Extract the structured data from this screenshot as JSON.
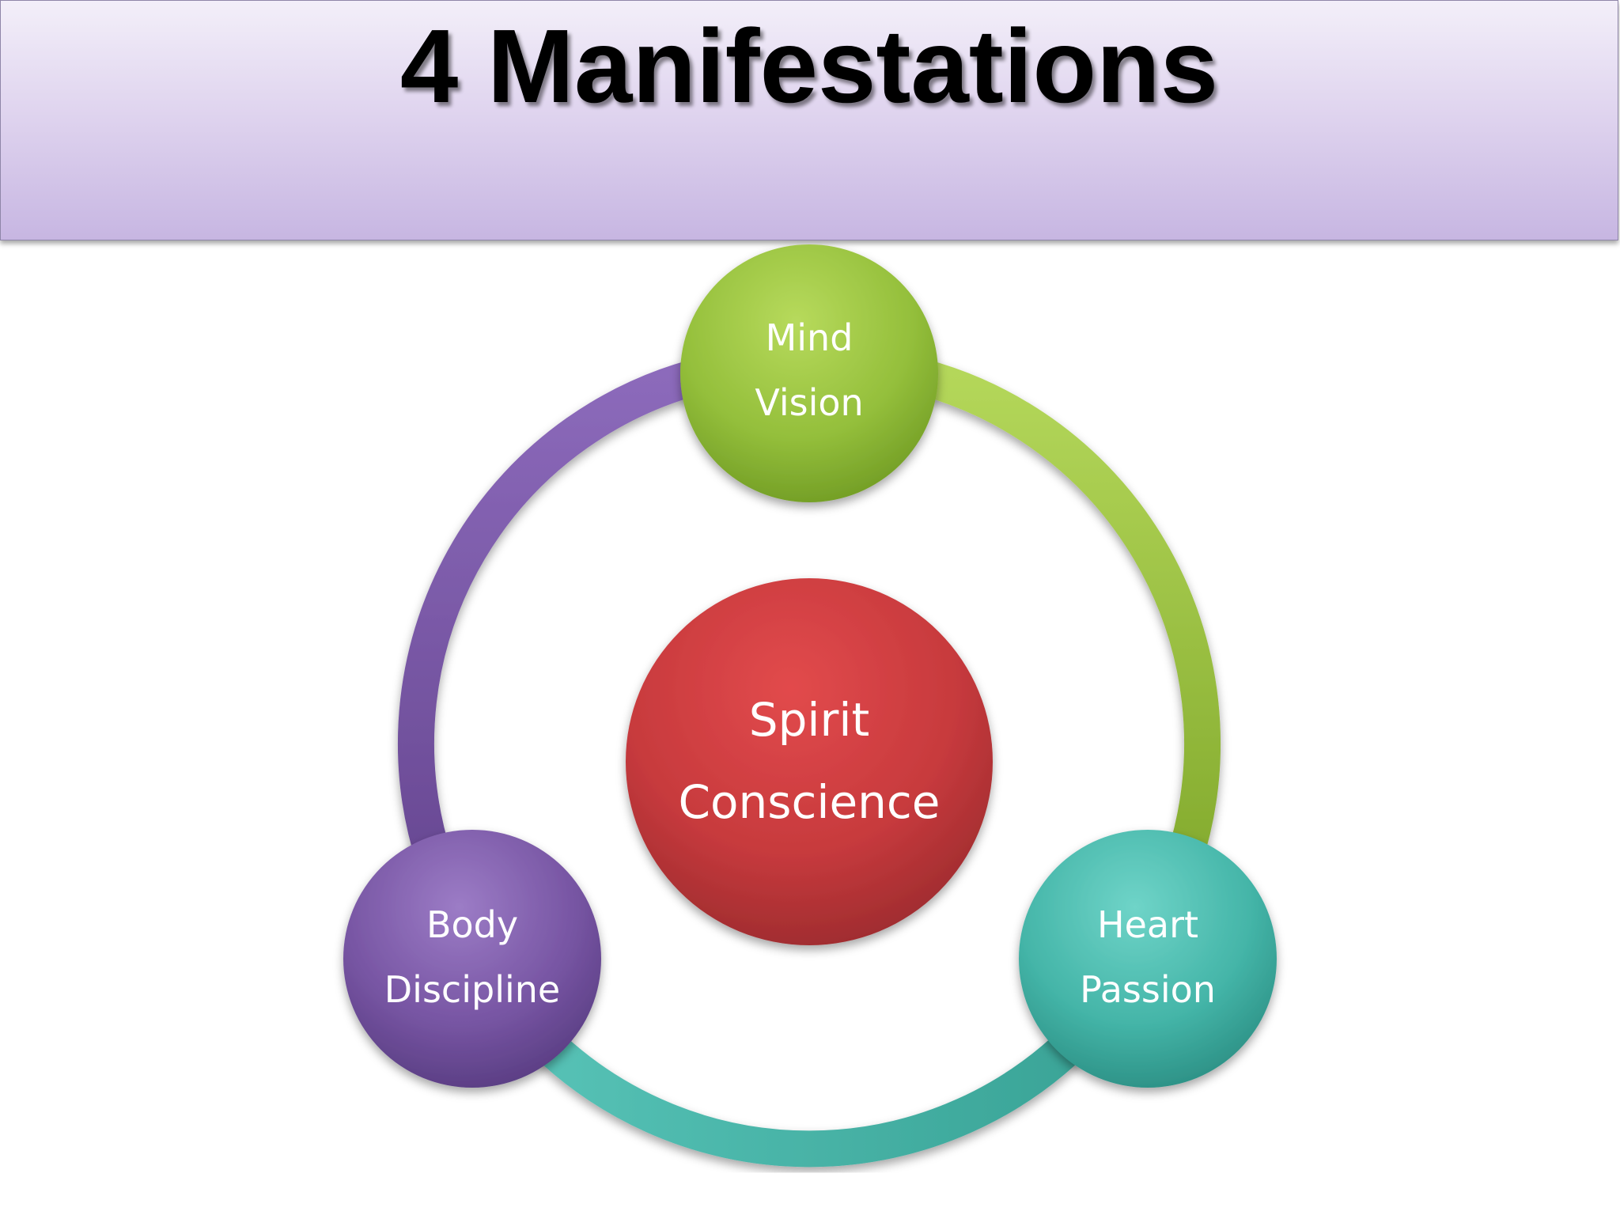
{
  "title": "4 Manifestations",
  "colors": {
    "green": "#98c13d",
    "teal": "#4ab8ab",
    "purple": "#7a57a6",
    "red": "#c93a3e",
    "banner_top": "#f3eff9",
    "banner_bottom": "#c7b6e2"
  },
  "nodes": {
    "center": {
      "line1": "Spirit",
      "line2": "Conscience"
    },
    "top": {
      "line1": "Mind",
      "line2": "Vision"
    },
    "bottom_left": {
      "line1": "Body",
      "line2": "Discipline"
    },
    "bottom_right": {
      "line1": "Heart",
      "line2": "Passion"
    }
  }
}
